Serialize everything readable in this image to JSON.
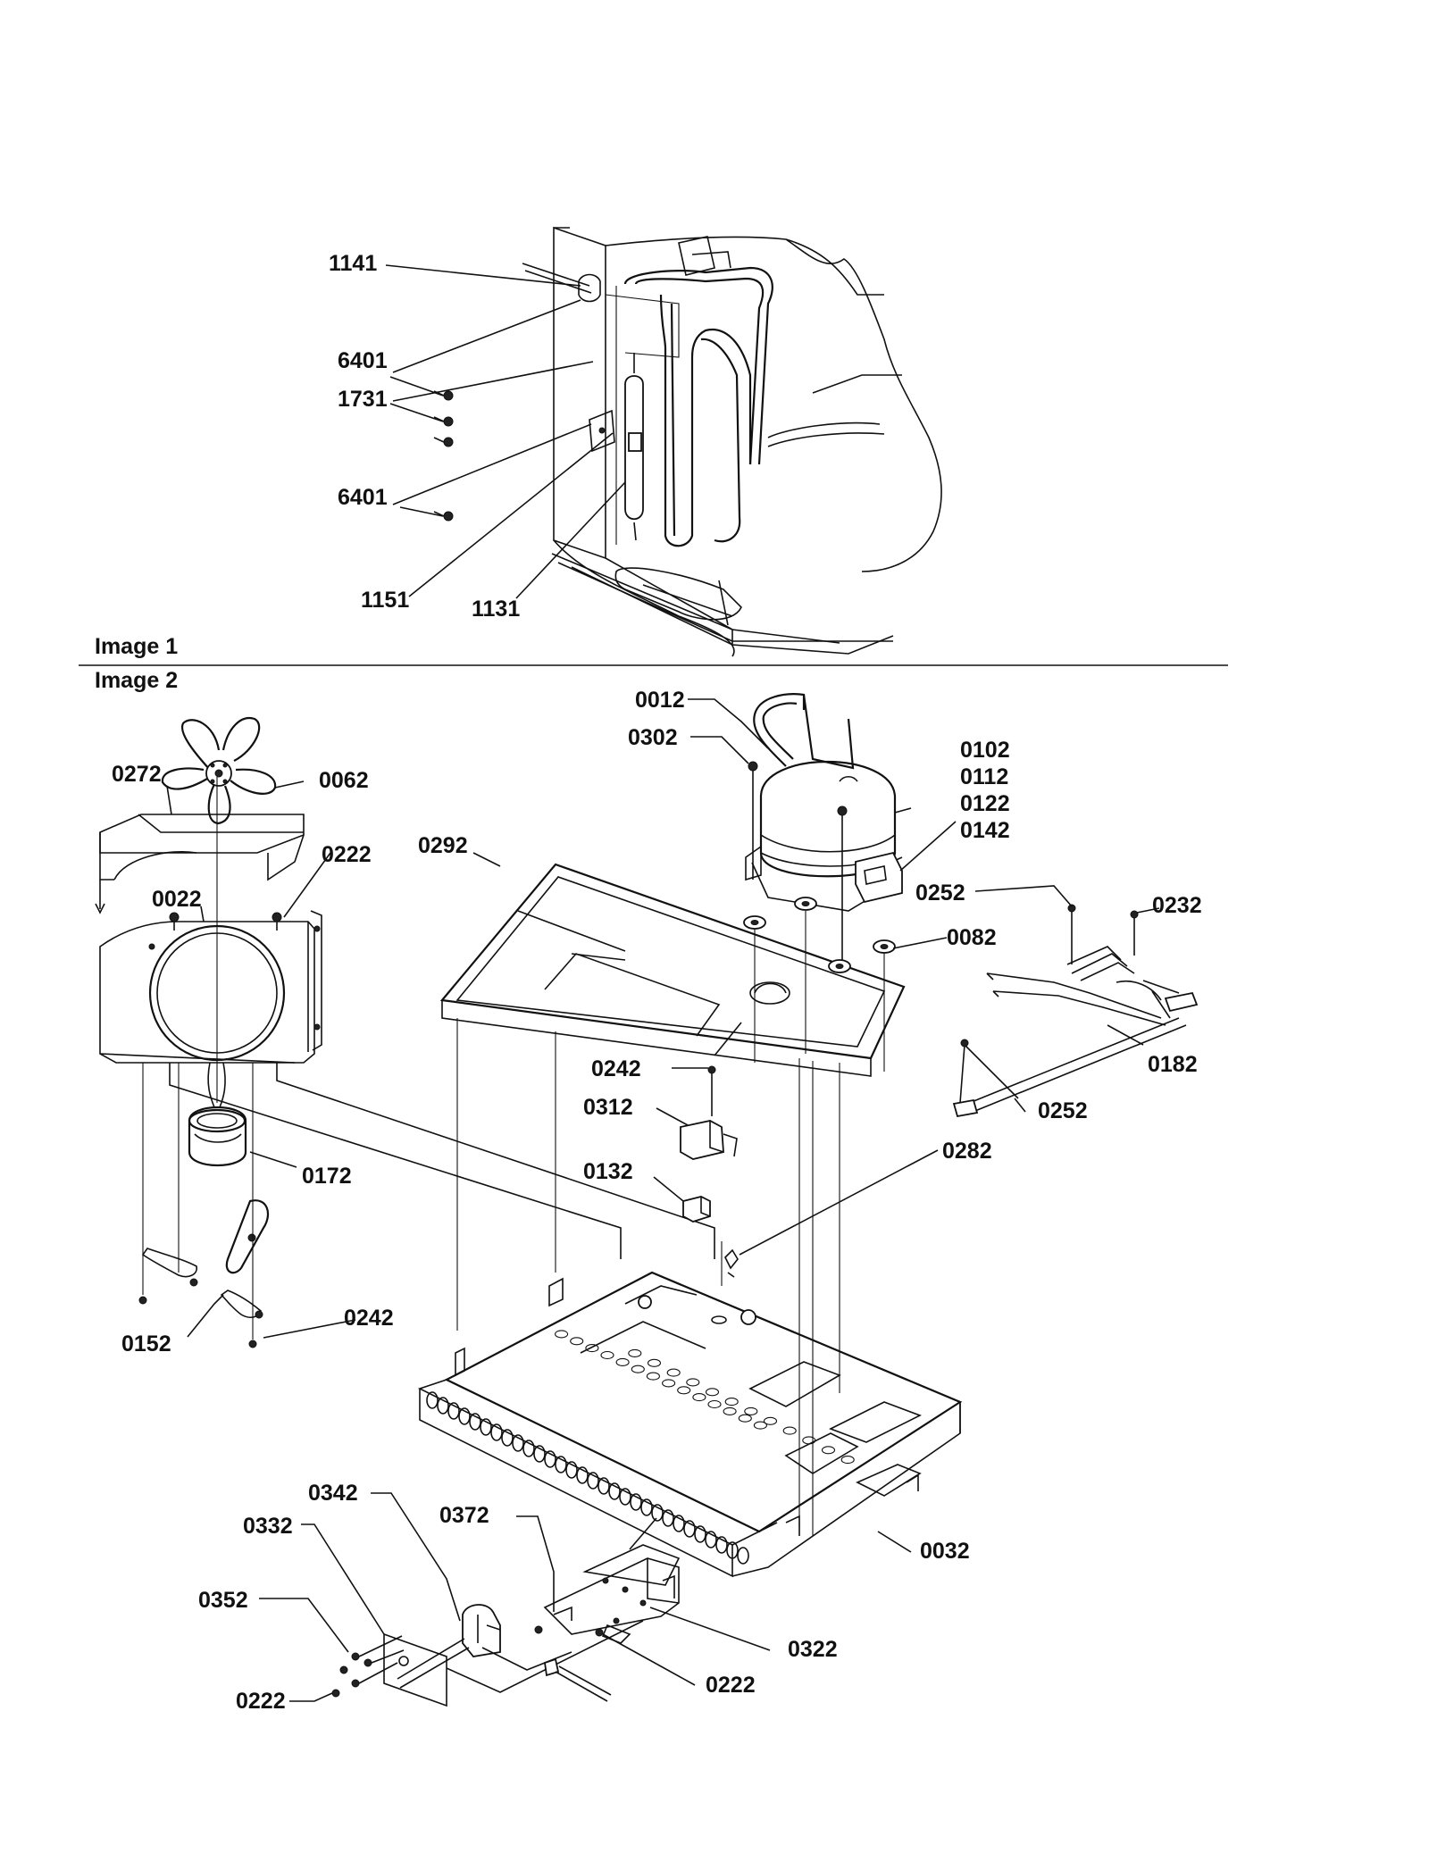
{
  "sections": {
    "image1": "Image 1",
    "image2": "Image 2"
  },
  "callouts": {
    "c1141": "1141",
    "c6401a": "6401",
    "c1731": "1731",
    "c6401b": "6401",
    "c1151": "1151",
    "c1131": "1131",
    "c0012": "0012",
    "c0302": "0302",
    "c0102": "0102",
    "c0112": "0112",
    "c0122": "0122",
    "c0142": "0142",
    "c0272": "0272",
    "c0062": "0062",
    "c0222a": "0222",
    "c0022": "0022",
    "c0292": "0292",
    "c0252a": "0252",
    "c0232": "0232",
    "c0082": "0082",
    "c0242a": "0242",
    "c0312": "0312",
    "c0182": "0182",
    "c0252b": "0252",
    "c0172": "0172",
    "c0132": "0132",
    "c0282": "0282",
    "c0242b": "0242",
    "c0152": "0152",
    "c0342": "0342",
    "c0372": "0372",
    "c0332": "0332",
    "c0032": "0032",
    "c0352": "0352",
    "c0322": "0322",
    "c0222b": "0222",
    "c0222c": "0222"
  }
}
